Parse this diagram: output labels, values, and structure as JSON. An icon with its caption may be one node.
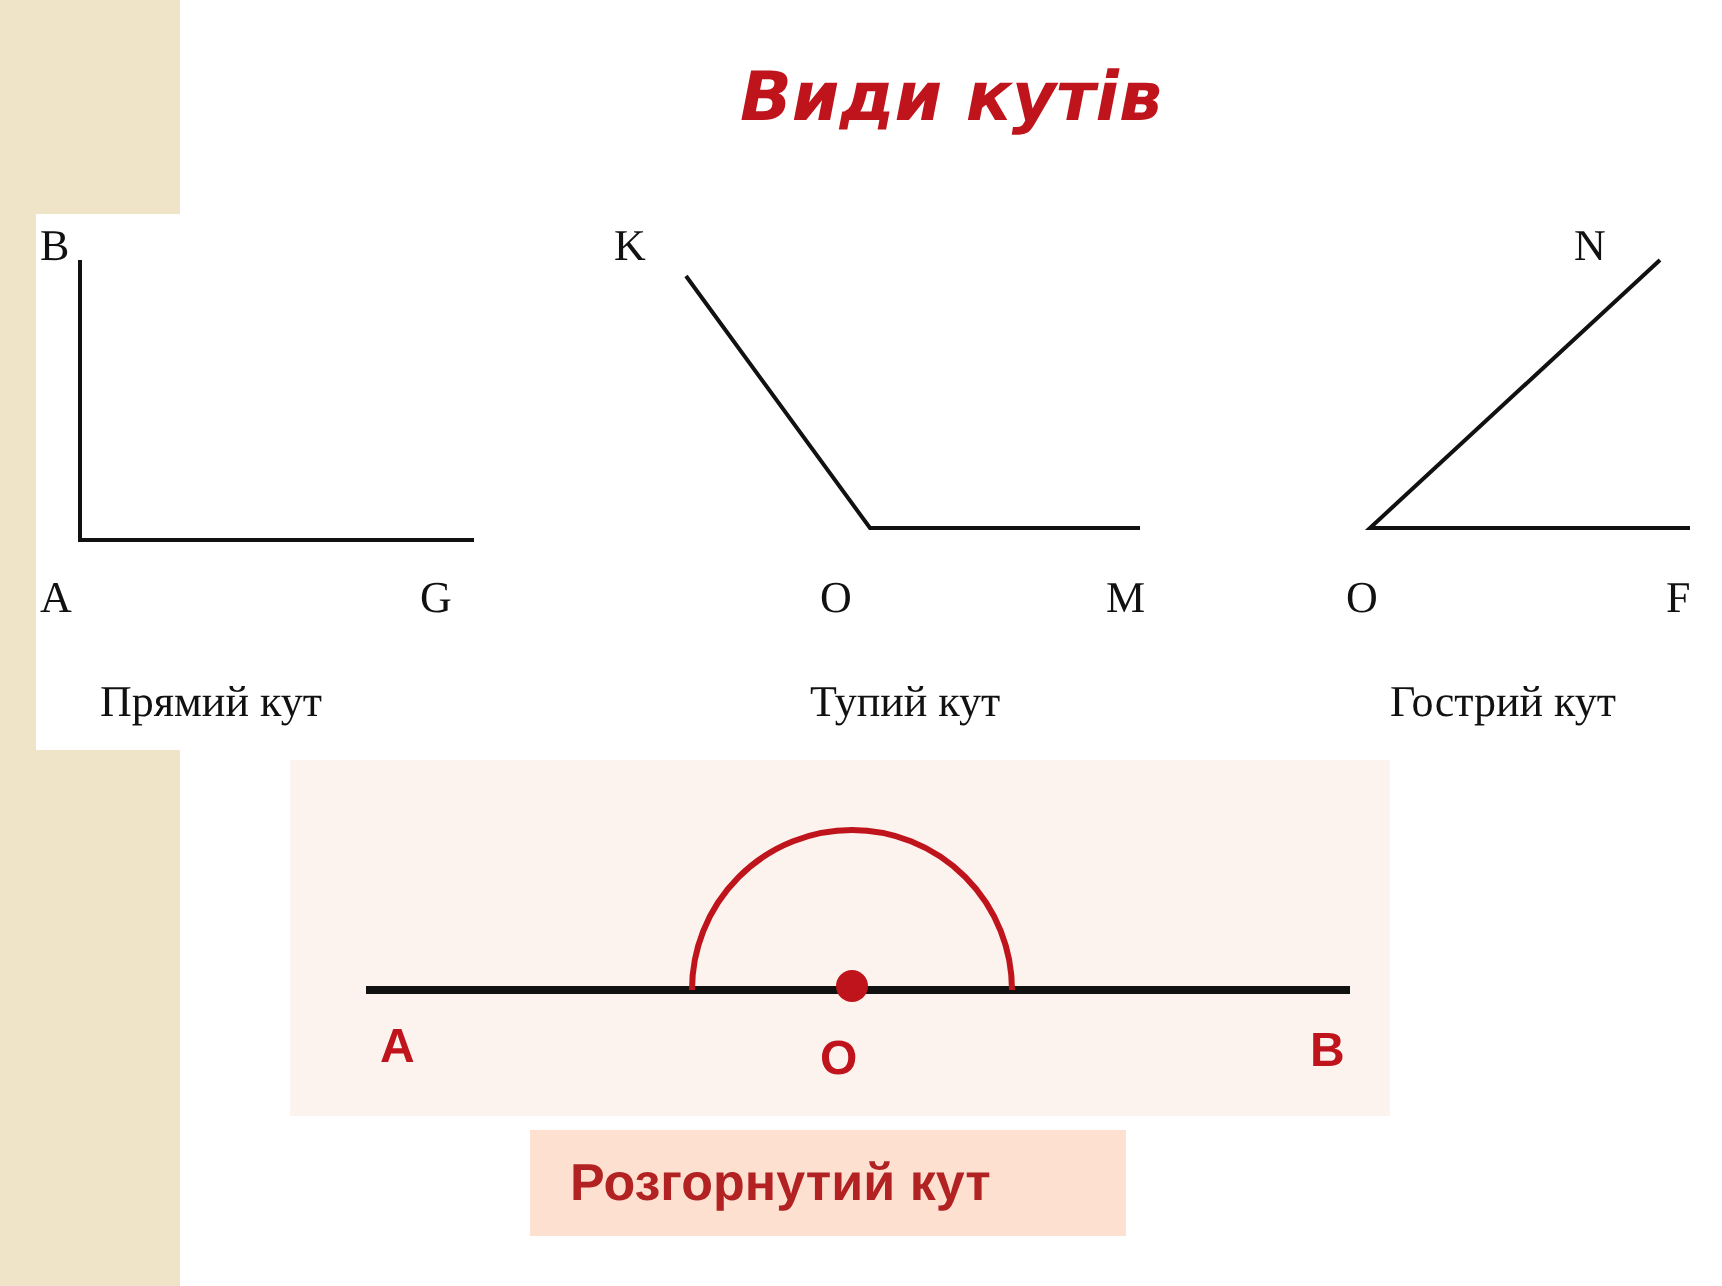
{
  "diagram": {
    "title": "Види кутів",
    "labels": [
      "B",
      "K",
      "N",
      "A",
      "G",
      "O",
      "M",
      "O",
      "F",
      "Прямий кут",
      "Тупий кут",
      "Гострий кут",
      "A",
      "O",
      "B",
      "Розгорнутий кут"
    ]
  }
}
